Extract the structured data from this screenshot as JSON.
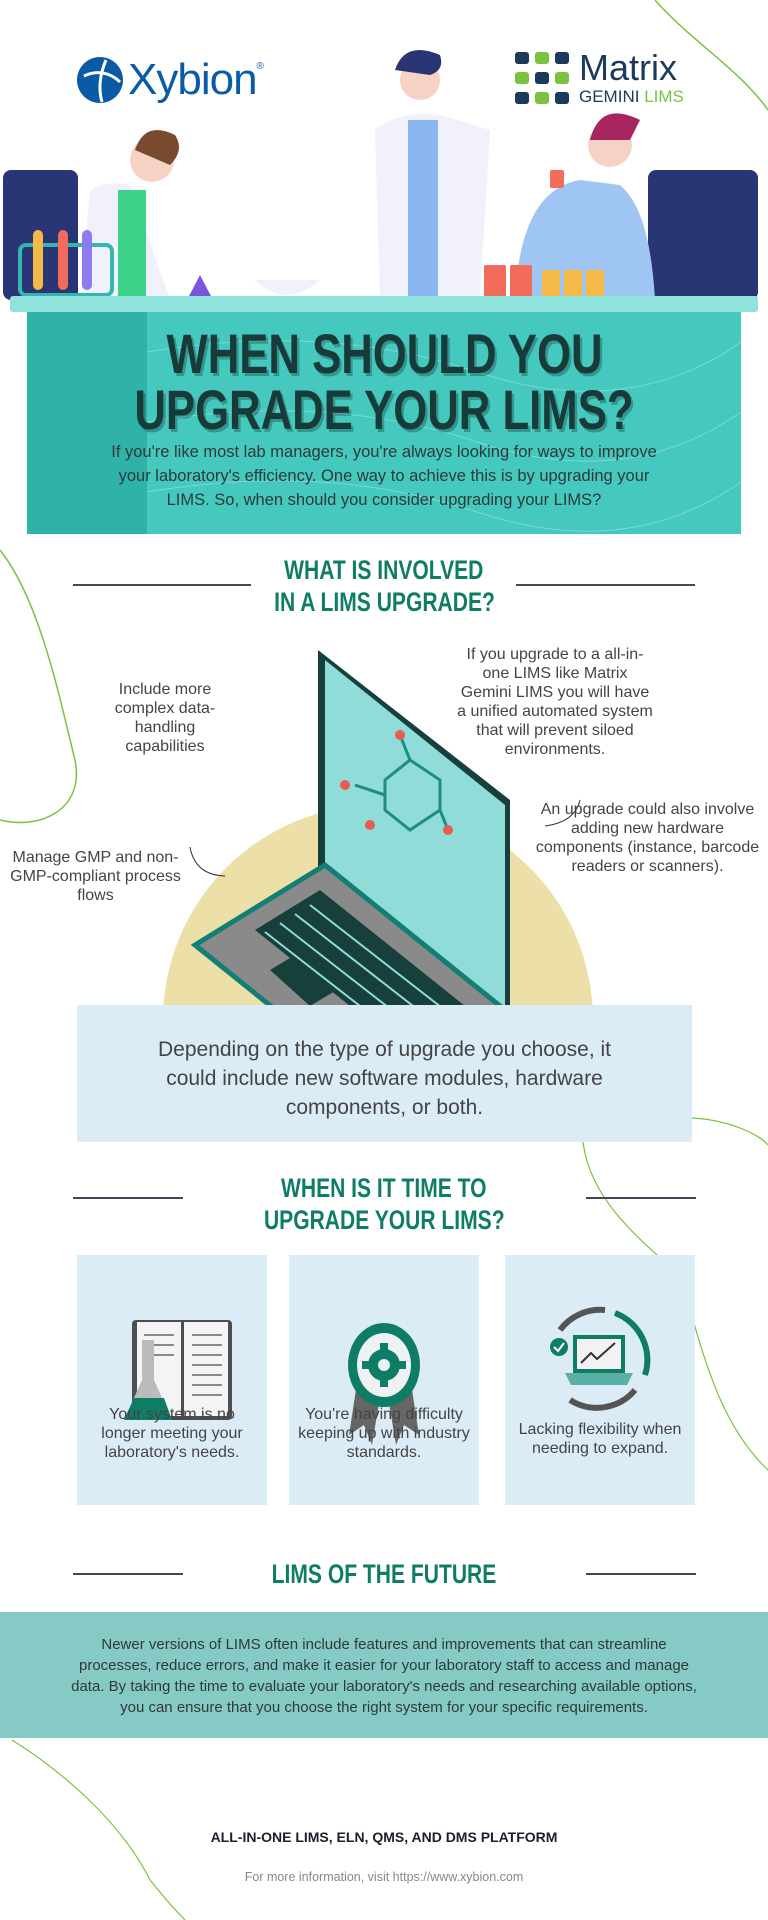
{
  "logos": {
    "xybion": "Xybion",
    "xybion_mark": "®",
    "matrix_top": "Matrix",
    "matrix_gemini": "GEMINI",
    "matrix_lims": "LIMS"
  },
  "hero": {
    "title_line1": "WHEN SHOULD YOU",
    "title_line2": "UPGRADE YOUR LIMS?",
    "intro_lines": [
      "If you're like most lab managers, you're always looking for ways to improve",
      "your laboratory's efficiency. One way to achieve this is by upgrading your",
      "LIMS. So, when should you consider upgrading your LIMS?"
    ]
  },
  "involved": {
    "heading_line1": "WHAT IS INVOLVED",
    "heading_line2": "IN A LIMS UPGRADE?",
    "note_data_handling": "Include more complex data-handling capabilities",
    "note_all_in_one": "If you upgrade to a all-in-one LIMS like Matrix Gemini LIMS you will have a unified automated system that will prevent siloed environments.",
    "note_gmp": "Manage GMP and non-GMP-compliant process flows",
    "note_hardware": "An upgrade could also involve adding new hardware components (instance, barcode readers or scanners).",
    "summary": "Depending on the type of upgrade you choose, it could include new software modules, hardware components, or both."
  },
  "when": {
    "heading_line1": "WHEN IS IT TIME TO",
    "heading_line2": "UPGRADE YOUR LIMS?",
    "cards": [
      {
        "icon": "book-flask-icon",
        "text": "Your system is no longer meeting your laboratory's needs."
      },
      {
        "icon": "gear-award-icon",
        "text": "You're having difficulty keeping up with industry standards."
      },
      {
        "icon": "laptop-growth-icon",
        "text": "Lacking flexibility when needing to expand."
      }
    ]
  },
  "future": {
    "heading": "LIMS OF THE FUTURE",
    "body": "Newer versions of LIMS often include features and improvements that can streamline processes, reduce errors, and make it easier for your laboratory staff to access and manage data. By taking the time to evaluate your laboratory's needs and researching available options, you can ensure that you choose the right system for your specific requirements."
  },
  "footer": {
    "tagline": "ALL-IN-ONE LIMS, ELN, QMS, AND DMS PLATFORM",
    "info": "For more information, visit https://www.xybion.com"
  },
  "colors": {
    "teal": "#3fc4bb",
    "heading_green": "#0f7d66",
    "light_blue": "#dbecf6",
    "future_teal": "#85cac4",
    "beige": "#ecdfa8",
    "accent_green": "#7cc242"
  }
}
